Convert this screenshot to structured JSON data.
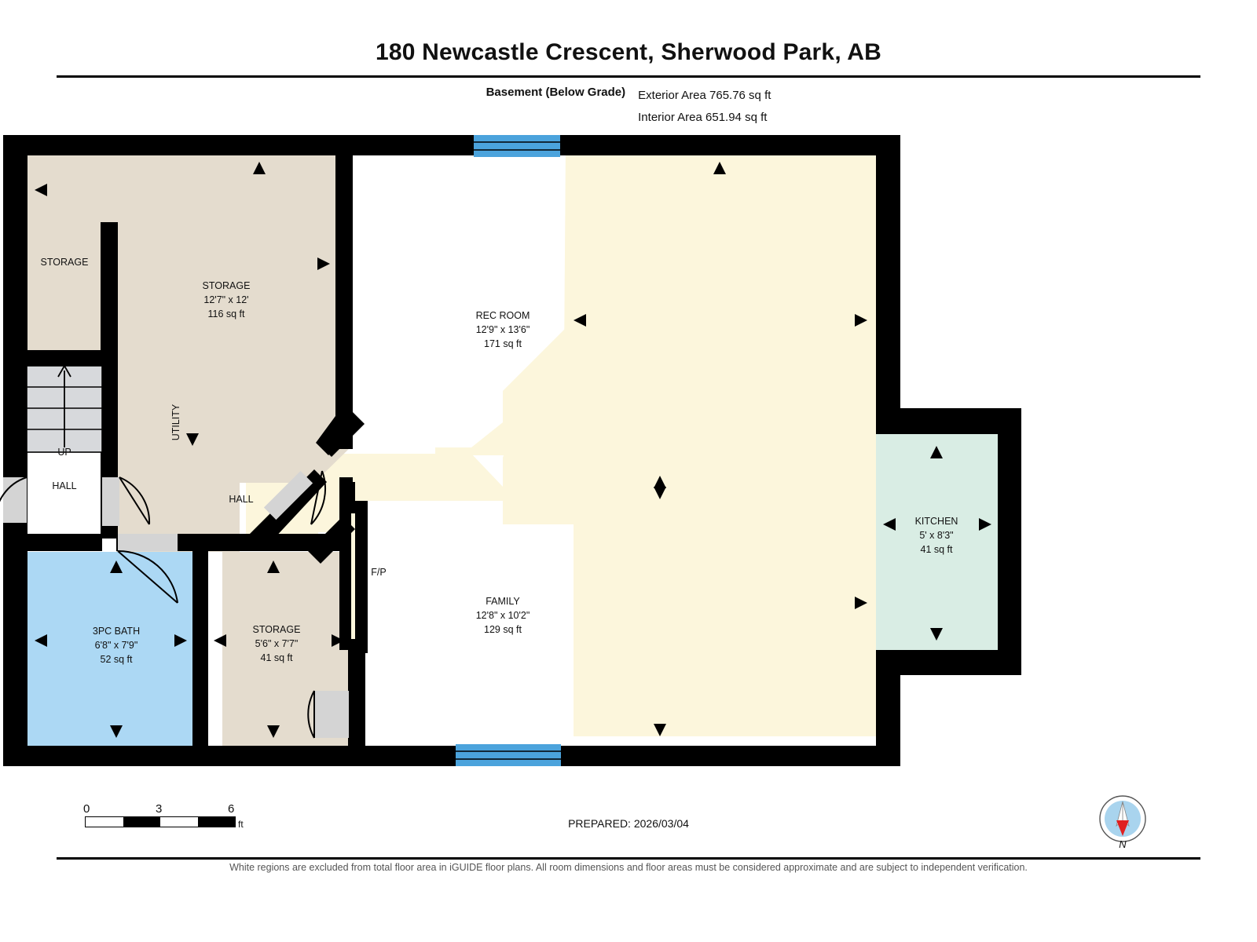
{
  "header": {
    "title": "180 Newcastle Crescent, Sherwood Park, AB",
    "floor_name": "Basement (Below Grade)",
    "exterior_area": "Exterior Area 765.76 sq ft",
    "interior_area": "Interior Area 651.94 sq ft"
  },
  "rooms": [
    {
      "key": "storage_small",
      "name": "STORAGE",
      "dims": "",
      "area": ""
    },
    {
      "key": "storage_main",
      "name": "STORAGE",
      "dims": "12'7\" x 12'",
      "area": "116 sq ft"
    },
    {
      "key": "utility",
      "name": "UTILITY",
      "dims": "",
      "area": ""
    },
    {
      "key": "rec_room",
      "name": "REC ROOM",
      "dims": "12'9\" x 13'6\"",
      "area": "171 sq ft"
    },
    {
      "key": "kitchen",
      "name": "KITCHEN",
      "dims": "5' x 8'3\"",
      "area": "41 sq ft"
    },
    {
      "key": "family",
      "name": "FAMILY",
      "dims": "12'8\" x 10'2\"",
      "area": "129 sq ft"
    },
    {
      "key": "bath",
      "name": "3PC BATH",
      "dims": "6'8\" x 7'9\"",
      "area": "52 sq ft"
    },
    {
      "key": "storage_low",
      "name": "STORAGE",
      "dims": "5'6\" x 7'7\"",
      "area": "41 sq ft"
    },
    {
      "key": "hall_upper",
      "name": "HALL",
      "dims": "",
      "area": ""
    },
    {
      "key": "hall_main",
      "name": "HALL",
      "dims": "",
      "area": ""
    }
  ],
  "markers": {
    "stairs_up": "UP",
    "fireplace": "F/P"
  },
  "scale": {
    "tick_0": "0",
    "tick_3": "3",
    "tick_6": "6",
    "unit": "ft"
  },
  "footer": {
    "prepared": "PREPARED: 2026/03/04",
    "compass_label": "N",
    "disclaimer": "White regions are excluded from total floor area in iGUIDE floor plans. All room dimensions and floor areas must be considered approximate and are subject to independent verification."
  },
  "colors": {
    "wall": "#000000",
    "living": "#FCF6DC",
    "storage": "#E4DCCE",
    "bath": "#ACD8F4",
    "kitchen": "#D9EDE4",
    "window": "#4BA3DC",
    "stairs": "#D7D9DC",
    "door": "#D4D4D4",
    "compass_disc": "#A9D4EE",
    "compass_needle": "#E02020"
  }
}
